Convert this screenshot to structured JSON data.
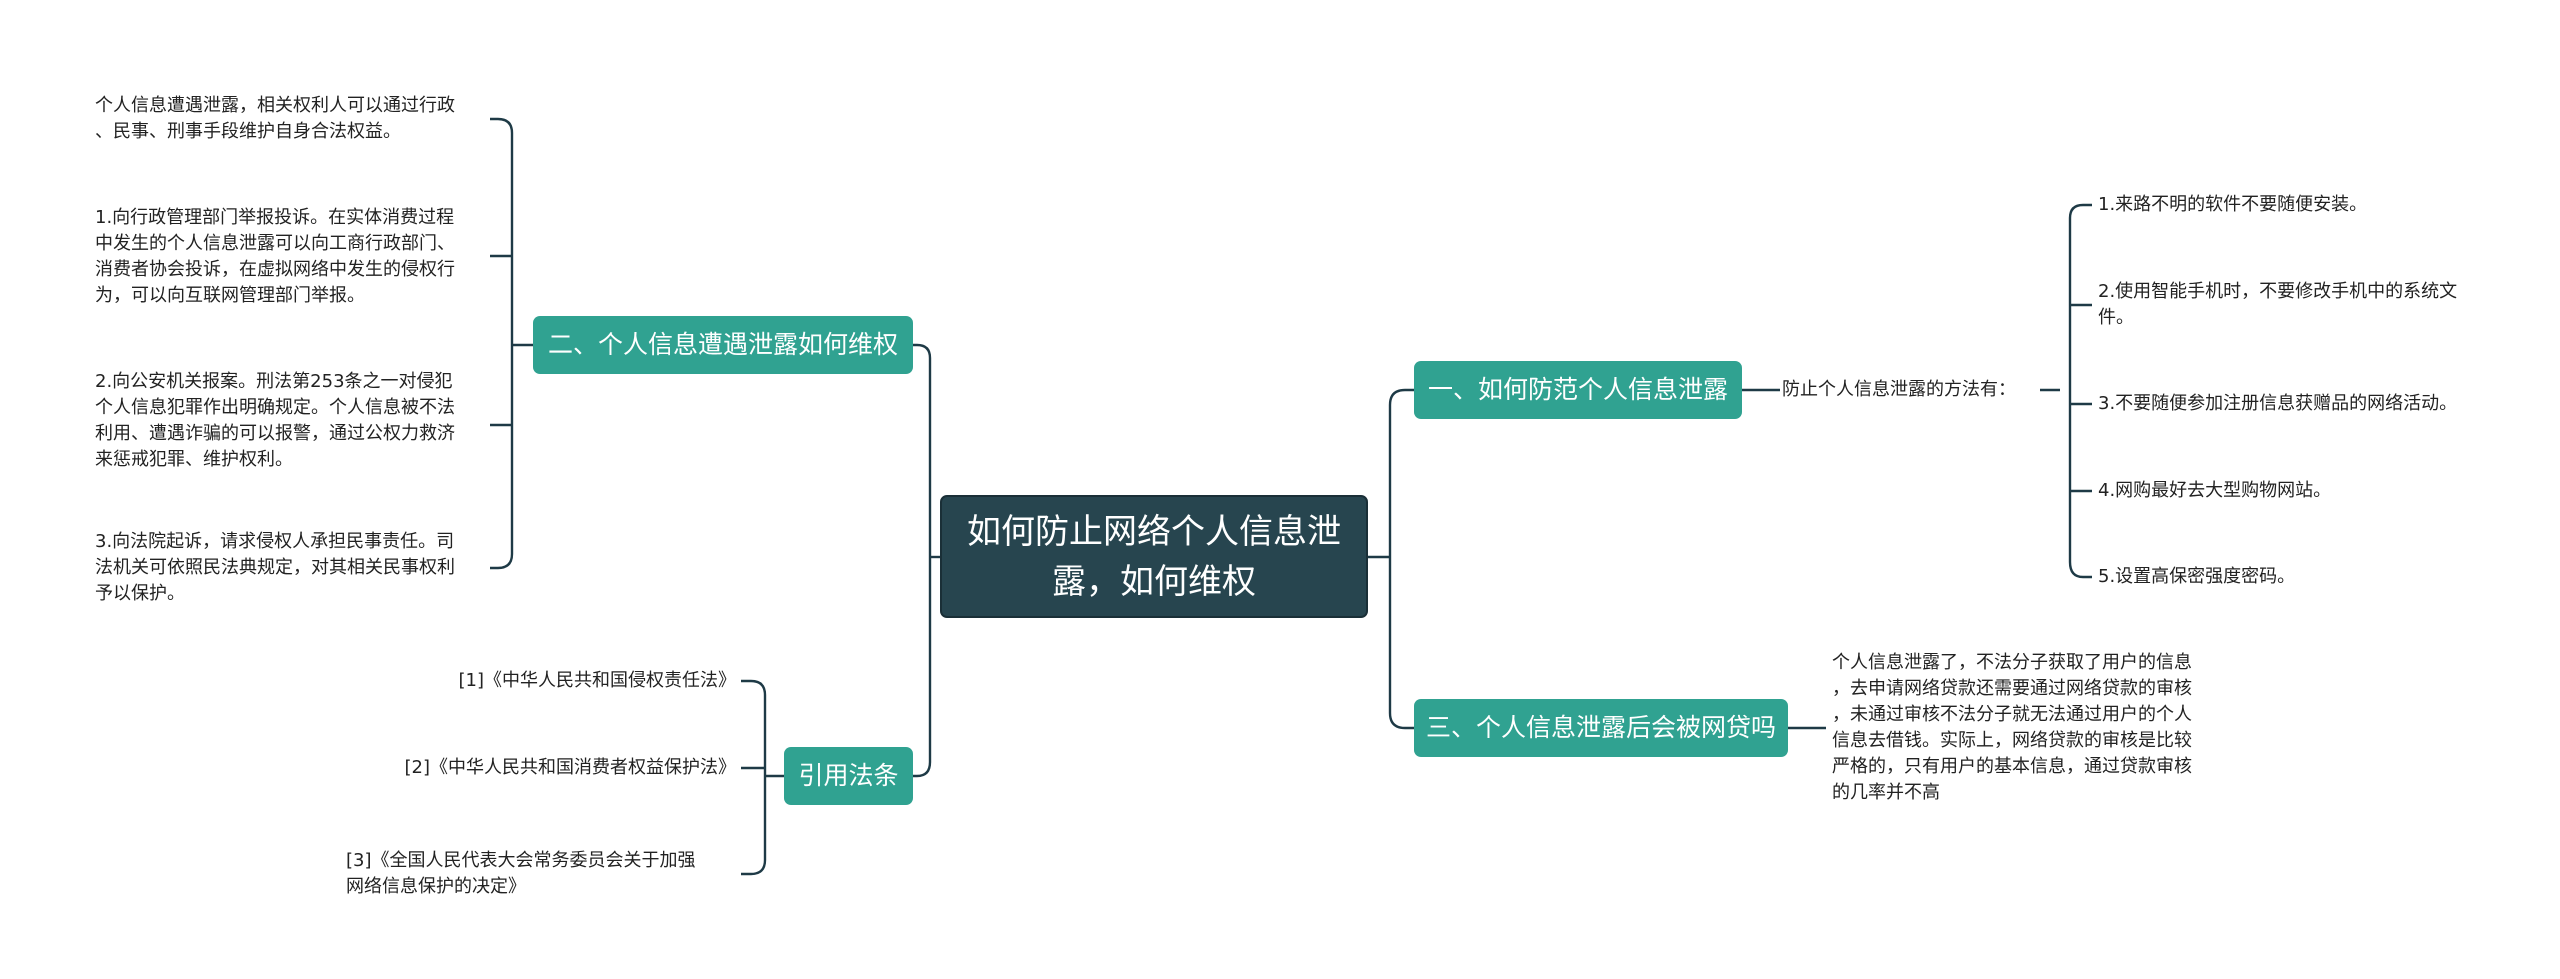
{
  "root": {
    "title": "如何防止网络个人信息泄露，如何维权"
  },
  "branches": {
    "prevent": {
      "label": "一、如何防范个人信息泄露",
      "sub_label": "防止个人信息泄露的方法有：",
      "items": [
        "1.来路不明的软件不要随便安装。",
        "2.使用智能手机时，不要修改手机中的系统文\n件。",
        "3.不要随便参加注册信息获赠品的网络活动。",
        "4.网购最好去大型购物网站。",
        "5.设置高保密强度密码。"
      ]
    },
    "rights": {
      "label": "二、个人信息遭遇泄露如何维权",
      "items": [
        "个人信息遭遇泄露，相关权利人可以通过行政\n、民事、刑事手段维护自身合法权益。",
        "1.向行政管理部门举报投诉。在实体消费过程\n中发生的个人信息泄露可以向工商行政部门、\n消费者协会投诉，在虚拟网络中发生的侵权行\n为，可以向互联网管理部门举报。",
        "2.向公安机关报案。刑法第253条之一对侵犯\n个人信息犯罪作出明确规定。个人信息被不法\n利用、遭遇诈骗的可以报警，通过公权力救济\n来惩戒犯罪、维护权利。",
        "3.向法院起诉，请求侵权人承担民事责任。司\n法机关可依照民法典规定，对其相关民事权利\n予以保护。"
      ]
    },
    "loan": {
      "label": "三、个人信息泄露后会被网贷吗",
      "items": [
        "个人信息泄露了，不法分子获取了用户的信息\n，去申请网络贷款还需要通过网络贷款的审核\n，未通过审核不法分子就无法通过用户的个人\n信息去借钱。实际上，网络贷款的审核是比较\n严格的，只有用户的基本信息，通过贷款审核\n的几率并不高"
      ]
    },
    "laws": {
      "label": "引用法条",
      "items": [
        "[1]《中华人民共和国侵权责任法》",
        "[2]《中华人民共和国消费者权益保护法》",
        "[3]《全国人民代表大会常务委员会关于加强\n网络信息保护的决定》"
      ]
    }
  }
}
